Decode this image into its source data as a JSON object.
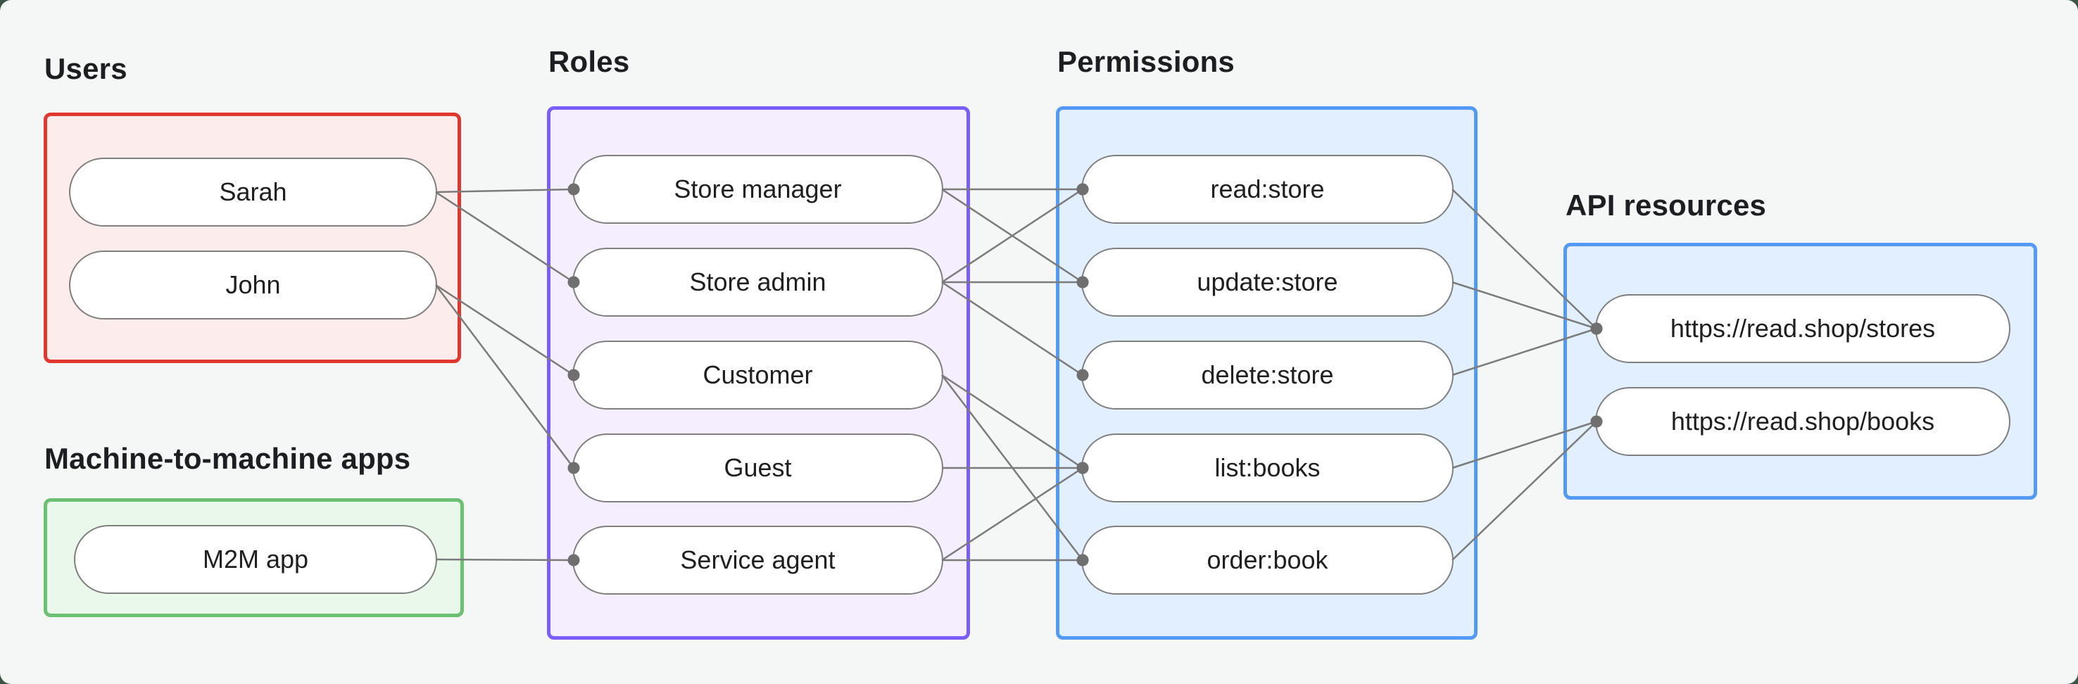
{
  "canvas": {
    "outside_background": "#3a5446",
    "panel_background": "#f5f6f6"
  },
  "style": {
    "line_color": "#7b7b7b",
    "dot_color": "#6f6f6f",
    "pill_border_color": "#7f7f7f",
    "text_color": "#1f1f1f",
    "label_color": "#1c1e22"
  },
  "groups": {
    "users": {
      "label": "Users",
      "border_color": "#e0372e",
      "fill_color": "#fcedec",
      "items": [
        {
          "id": "sarah",
          "label": "Sarah"
        },
        {
          "id": "john",
          "label": "John"
        }
      ]
    },
    "m2m": {
      "label": "Machine-to-machine apps",
      "border_color": "#6cc071",
      "fill_color": "#eaf7eb",
      "items": [
        {
          "id": "m2m_app",
          "label": "M2M app"
        }
      ]
    },
    "roles": {
      "label": "Roles",
      "border_color": "#7b5ef7",
      "fill_color": "#f4eefe",
      "items": [
        {
          "id": "store_manager",
          "label": "Store manager"
        },
        {
          "id": "store_admin",
          "label": "Store admin"
        },
        {
          "id": "customer",
          "label": "Customer"
        },
        {
          "id": "guest",
          "label": "Guest"
        },
        {
          "id": "service_agent",
          "label": "Service agent"
        }
      ]
    },
    "permissions": {
      "label": "Permissions",
      "border_color": "#549af5",
      "fill_color": "#e1effe",
      "items": [
        {
          "id": "read_store",
          "label": "read:store"
        },
        {
          "id": "update_store",
          "label": "update:store"
        },
        {
          "id": "delete_store",
          "label": "delete:store"
        },
        {
          "id": "list_books",
          "label": "list:books"
        },
        {
          "id": "order_book",
          "label": "order:book"
        }
      ]
    },
    "api_resources": {
      "label": "API resources",
      "border_color": "#549af5",
      "fill_color": "#e1effe",
      "items": [
        {
          "id": "stores_api",
          "label": "https://read.shop/stores"
        },
        {
          "id": "books_api",
          "label": "https://read.shop/books"
        }
      ]
    }
  },
  "connections": [
    {
      "from": "sarah",
      "to": "store_manager"
    },
    {
      "from": "sarah",
      "to": "store_admin"
    },
    {
      "from": "john",
      "to": "customer"
    },
    {
      "from": "john",
      "to": "guest"
    },
    {
      "from": "m2m_app",
      "to": "service_agent"
    },
    {
      "from": "store_manager",
      "to": "read_store"
    },
    {
      "from": "store_manager",
      "to": "update_store"
    },
    {
      "from": "store_admin",
      "to": "read_store"
    },
    {
      "from": "store_admin",
      "to": "update_store"
    },
    {
      "from": "store_admin",
      "to": "delete_store"
    },
    {
      "from": "customer",
      "to": "list_books"
    },
    {
      "from": "customer",
      "to": "order_book"
    },
    {
      "from": "guest",
      "to": "list_books"
    },
    {
      "from": "service_agent",
      "to": "list_books"
    },
    {
      "from": "service_agent",
      "to": "order_book"
    },
    {
      "from": "read_store",
      "to": "stores_api"
    },
    {
      "from": "update_store",
      "to": "stores_api"
    },
    {
      "from": "delete_store",
      "to": "stores_api"
    },
    {
      "from": "list_books",
      "to": "books_api"
    },
    {
      "from": "order_book",
      "to": "books_api"
    }
  ]
}
